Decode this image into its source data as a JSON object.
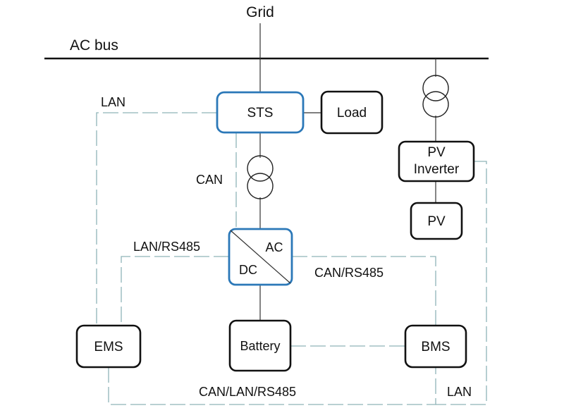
{
  "labels": {
    "grid": "Grid",
    "ac_bus": "AC bus",
    "lan_top": "LAN",
    "can_left": "CAN",
    "lan_rs485": "LAN/RS485",
    "can_rs485": "CAN/RS485",
    "can_lan_rs485": "CAN/LAN/RS485",
    "lan_bottom": "LAN"
  },
  "boxes": {
    "sts": "STS",
    "load": "Load",
    "pv_inverter_line1": "PV",
    "pv_inverter_line2": "Inverter",
    "pv": "PV",
    "converter_ac": "AC",
    "converter_dc": "DC",
    "ems": "EMS",
    "battery": "Battery",
    "bms": "BMS"
  },
  "colors": {
    "highlight_border": "#2b78b8",
    "box_border": "#111111",
    "comm_line": "#8fb3b8"
  }
}
